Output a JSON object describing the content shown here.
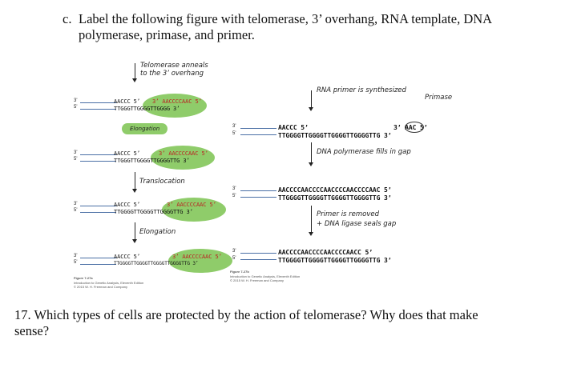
{
  "question_c": {
    "number": "c.",
    "text": "Label the following figure with telomerase, 3’ overhang, RNA template, DNA polymerase, primase, and primer."
  },
  "left_figure": {
    "annotation_top": "Telomerase anneals to the 3’ overhang",
    "step_elongation_1": "Elongation",
    "step_translocation": "Translocation",
    "step_elongation_2": "Elongation",
    "panels": [
      {
        "top": "AACCC 5’",
        "rna": "3’ AACCCCAAC 5’",
        "bottom": "TTGGGTTGGGGTTGGGG 3’"
      },
      {
        "top": "AACCC 5’",
        "rna": "3’ AACCCCAAC 5’",
        "bottom": "TTGGGTTGGGGTTGGGGTTG 3’"
      },
      {
        "top": "AACCC 5’",
        "rna": "3’ AACCCCAAC 5’",
        "bottom": "TTGGGGTTGGGGTTGGGGTTG 3’"
      },
      {
        "top": "AACCC 5’",
        "rna": "3’ AACCCCAAC 5’",
        "bottom": "TTGGGGTTGGGGTTGGGGTTGGGGTTG 3’"
      }
    ],
    "caption_title": "Figure 7-27a",
    "caption_line1": "Introduction to Genetic Analysis, Eleventh Edition",
    "caption_line2": "© 2015 W. H. Freeman and Company"
  },
  "right_figure": {
    "annotation_primer": "RNA primer is synthesized",
    "annotation_primase": "Primase",
    "annotation_polymerase": "DNA polymerase fills in gap",
    "annotation_removed_1": "Primer is removed",
    "annotation_removed_2": "+ DNA ligase seals gap",
    "panel1_top": "AACCC 5’",
    "panel1_primer": "3’ AAC 5’",
    "panel1_bottom": "TTGGGGTTGGGGTTGGGGTTGGGGTTG 3’",
    "panel2_top": "AACCCCAACCCCAACCCCAACCCCAAC 5’",
    "panel2_bottom": "TTGGGGTTGGGGTTGGGGTTGGGGTTG 3’",
    "panel3_top": "AACCCCAACCCCAACCCCAACC 5’",
    "panel3_bottom": "TTGGGGTTGGGGTTGGGGTTGGGGTTG 3’",
    "caption_title": "Figure 7-27b",
    "caption_line1": "Introduction to Genetic Analysis, Eleventh Edition",
    "caption_line2": "© 2015 W. H. Freeman and Company"
  },
  "question_17": {
    "text": "17. Which types of cells are protected by the action of telomerase? Why does that make sense?"
  }
}
